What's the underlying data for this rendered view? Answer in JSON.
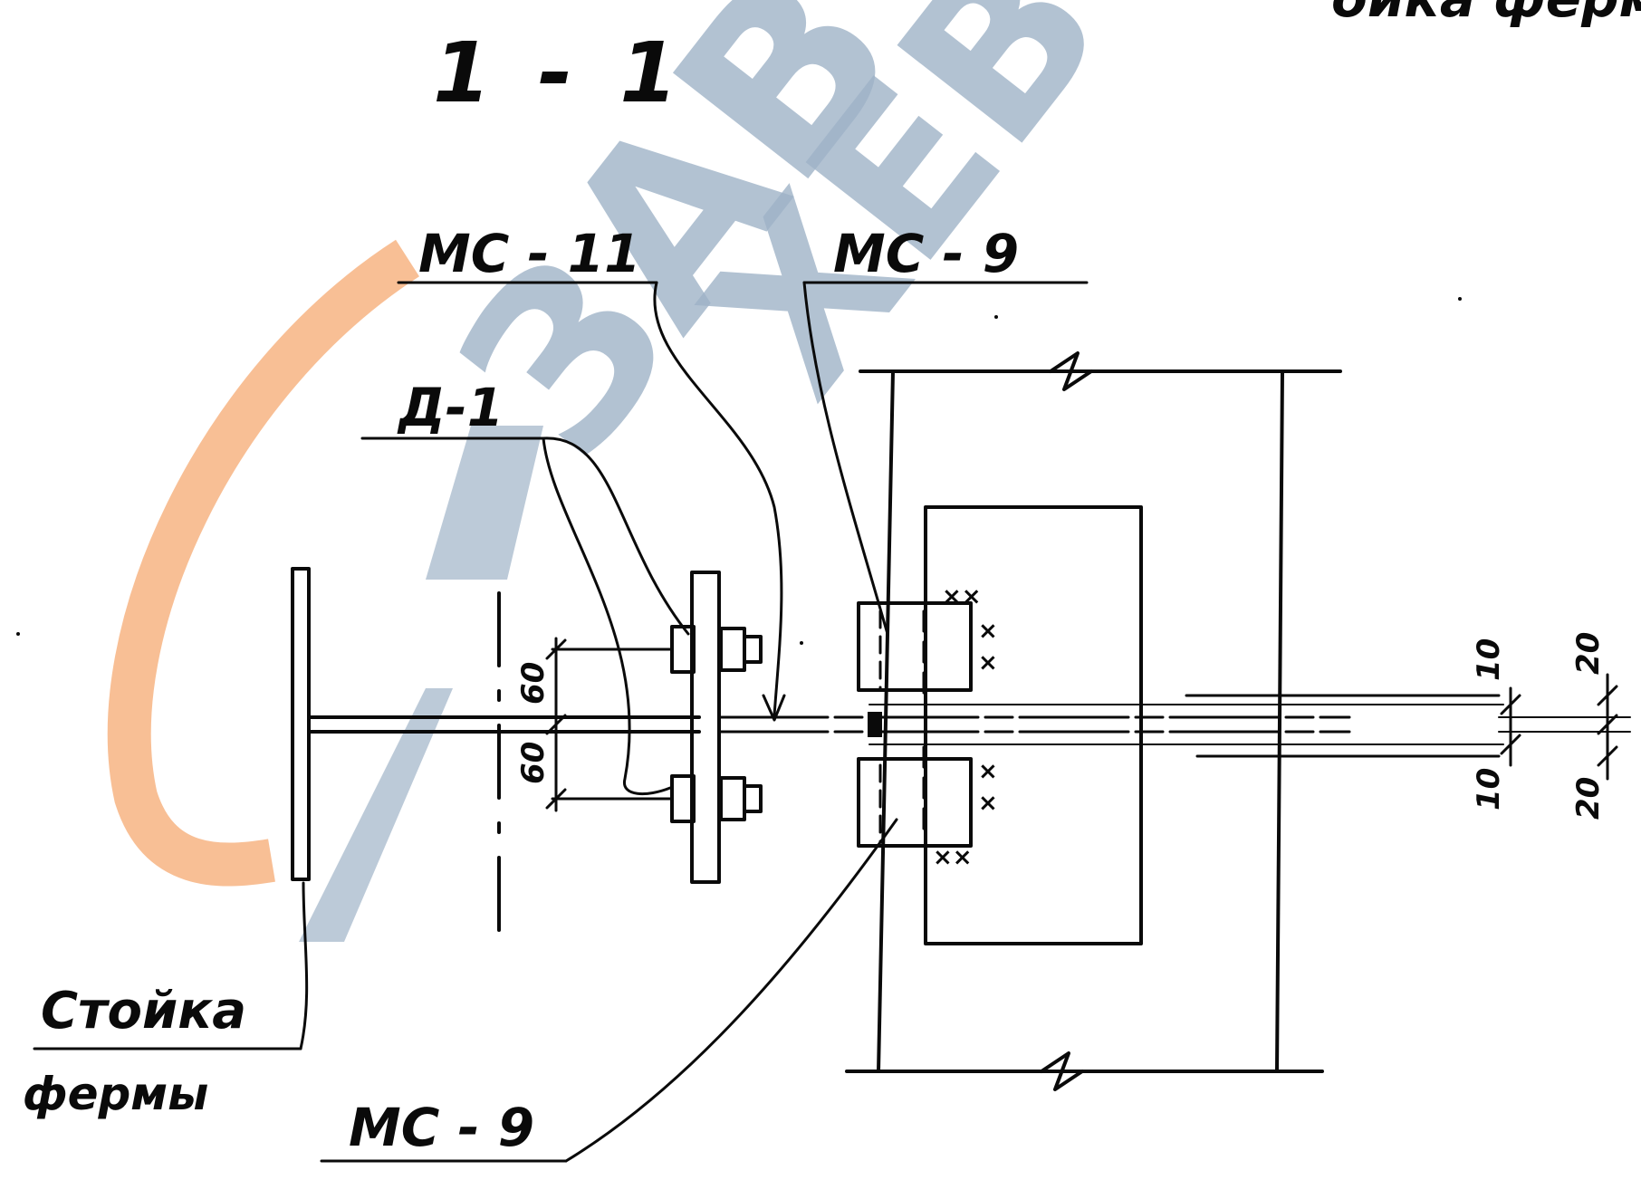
{
  "header": {
    "corner_fragment": "ойка фермы",
    "section_title": "1 - 1"
  },
  "labels": {
    "ms11": "МС - 11",
    "ms9_top": "МС - 9",
    "d1": "Д-1",
    "ms9_bottom": "МС - 9",
    "truss_post_line1": "Стойка",
    "truss_post_line2": "фермы"
  },
  "dimensions": {
    "left_upper": "60",
    "left_lower": "60",
    "right_10_top": "10",
    "right_10_bottom": "10",
    "right_20_top": "20",
    "right_20_bottom": "20"
  },
  "watermark": {
    "line1": "ЗАВ",
    "line2": "ХЕВ",
    "color": "#9fb3c8",
    "arc_color": "#f7b88a"
  }
}
